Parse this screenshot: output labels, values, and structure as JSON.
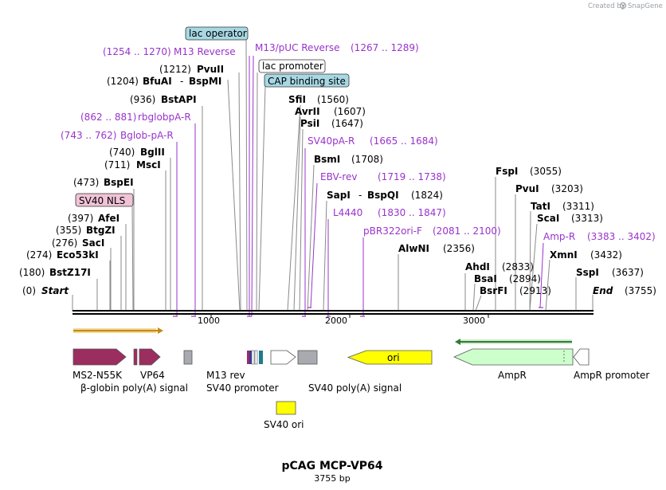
{
  "watermark": {
    "created_by": "Created by",
    "brand": "SnapGene"
  },
  "title": "pCAG MCP-VP64",
  "length_label": "3755 bp",
  "ruler": {
    "ticks": [
      "1000",
      "2000",
      "3000"
    ]
  },
  "start_label": {
    "pos": "(0)",
    "name": "Start"
  },
  "end_label": {
    "name": "End",
    "pos": "(3755)"
  },
  "left_sites": [
    {
      "pos": "(180)",
      "name": "BstZ17I"
    },
    {
      "pos": "(274)",
      "name": "Eco53kI"
    },
    {
      "pos": "(276)",
      "name": "SacI"
    },
    {
      "pos": "(355)",
      "name": "BtgZI"
    },
    {
      "pos": "(397)",
      "name": "AfeI"
    },
    {
      "pos": "(473)",
      "name": "BspEI"
    },
    {
      "pos": "(711)",
      "name": "MscI"
    },
    {
      "pos": "(740)",
      "name": "BglII"
    },
    {
      "pos": "(936)",
      "name": "BstAPI"
    },
    {
      "pos": "(1204)",
      "name": "BfuAI",
      "sep": "-",
      "name2": "BspMI"
    },
    {
      "pos": "(1212)",
      "name": "PvuII"
    }
  ],
  "mid_sites": [
    {
      "name": "SfiI",
      "pos": "(1560)"
    },
    {
      "name": "AvrII",
      "pos": "(1607)"
    },
    {
      "name": "PsiI",
      "pos": "(1647)"
    },
    {
      "name": "BsmI",
      "pos": "(1708)"
    },
    {
      "name": "SapI",
      "sep": "-",
      "name2": "BspQI",
      "pos": "(1824)"
    },
    {
      "name": "AlwNI",
      "pos": "(2356)"
    }
  ],
  "right_sites": [
    {
      "name": "FspI",
      "pos": "(3055)"
    },
    {
      "name": "PvuI",
      "pos": "(3203)"
    },
    {
      "name": "TatI",
      "pos": "(3311)"
    },
    {
      "name": "ScaI",
      "pos": "(3313)"
    },
    {
      "name": "XmnI",
      "pos": "(3432)"
    },
    {
      "name": "SspI",
      "pos": "(3637)"
    },
    {
      "name": "AhdI",
      "pos": "(2833)"
    },
    {
      "name": "BsaI",
      "pos": "(2894)"
    },
    {
      "name": "BsrFI",
      "pos": "(2913)"
    }
  ],
  "primers": [
    {
      "name": "M13 Reverse",
      "range": "(1254 .. 1270)"
    },
    {
      "name": "M13/pUC Reverse",
      "range": "(1267 .. 1289)"
    },
    {
      "name": "rbglobpA-R",
      "range": "(862 .. 881)"
    },
    {
      "name": "Bglob-pA-R",
      "range": "(743 .. 762)"
    },
    {
      "name": "SV40pA-R",
      "range": "(1665 .. 1684)"
    },
    {
      "name": "EBV-rev",
      "range": "(1719 .. 1738)"
    },
    {
      "name": "L4440",
      "range": "(1830 .. 1847)"
    },
    {
      "name": "pBR322ori-F",
      "range": "(2081 .. 2100)"
    },
    {
      "name": "Amp-R",
      "range": "(3383 .. 3402)"
    }
  ],
  "boxed_features": {
    "lac_operator": "lac operator",
    "lac_promoter": "lac promoter",
    "cap_site": "CAP binding site",
    "sv40_nls": "SV40 NLS"
  },
  "features": {
    "ms2": "MS2-N55K",
    "vp64": "VP64",
    "bglobin": "β-globin poly(A) signal",
    "m13rev": "M13 rev",
    "sv40prom": "SV40 promoter",
    "sv40ori": "SV40 ori",
    "sv40polya": "SV40 poly(A) signal",
    "ori": "ori",
    "ampr": "AmpR",
    "ampr_promoter": "AmpR promoter"
  },
  "colors": {
    "enzyme_label": "#000000",
    "primer_label": "#9933cc",
    "ms2_vp64_fill": "#9b2d5f",
    "ori_fill": "#ffff00",
    "ampr_fill": "#ccffcc",
    "lac_box_fill": "#a7d8e4",
    "nls_box_fill": "#f1c3d7",
    "gray_feature": "#a8aab0",
    "teal_feature": "#1f7c8a",
    "orf_top": "#c48a10",
    "orf_ampr": "#2e7d32"
  }
}
